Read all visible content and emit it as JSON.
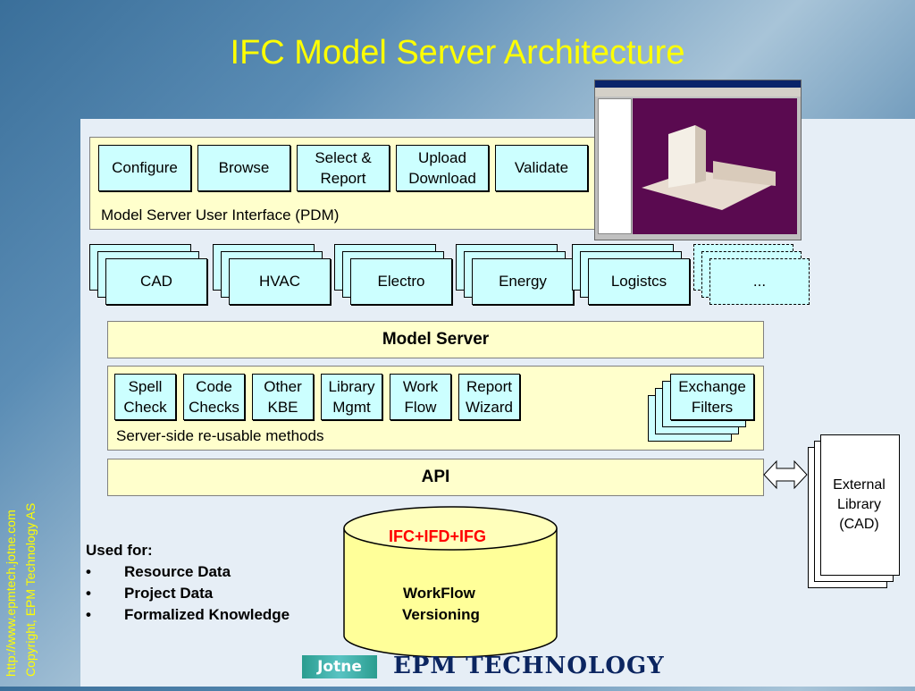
{
  "title": "IFC Model Server Architecture",
  "ui_box": {
    "buttons": [
      "Configure",
      "Browse",
      "Select &\nReport",
      "Upload\nDownload",
      "Validate"
    ],
    "label": "Model Server User Interface (PDM)"
  },
  "modules": [
    "CAD",
    "HVAC",
    "Electro",
    "Energy",
    "Logistcs",
    "..."
  ],
  "model_server": "Model Server",
  "methods": {
    "items": [
      "Spell\nCheck",
      "Code\nChecks",
      "Other\nKBE",
      "Library\nMgmt",
      "Work\nFlow",
      "Report\nWizard"
    ],
    "exchange": "Exchange\nFilters",
    "label": "Server-side re-usable methods"
  },
  "api": "API",
  "external_library": "External\nLibrary\n(CAD)",
  "database": {
    "top": "IFC+IFD+IFG",
    "line1": "WorkFlow",
    "line2": "Versioning"
  },
  "used_for": {
    "heading": "Used for:",
    "items": [
      "Resource Data",
      "Project Data",
      "Formalized Knowledge"
    ]
  },
  "side_text": {
    "url": "http://www.epmtech.jotne.com",
    "copyright": "Copyright, EPM Technology AS"
  },
  "logos": {
    "jotne": "Jotne",
    "epm": "EPM TECHNOLOGY"
  }
}
